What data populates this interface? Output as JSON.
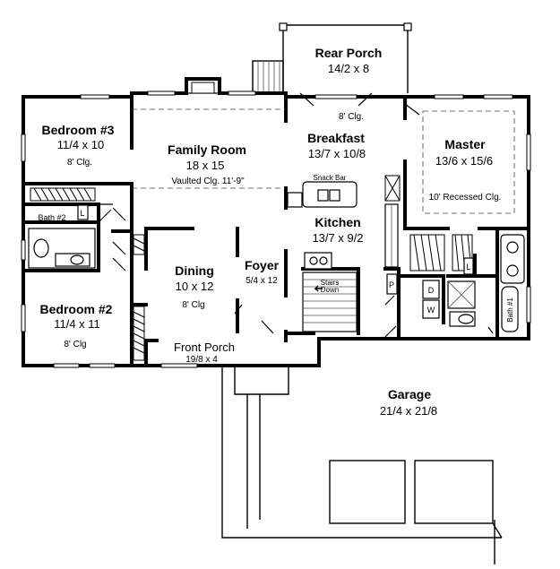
{
  "rooms": {
    "rear_porch": {
      "name": "Rear Porch",
      "dims": "14/2 x 8"
    },
    "bedroom3": {
      "name": "Bedroom #3",
      "dims": "11/4 x 10",
      "ceiling": "8' Clg."
    },
    "family": {
      "name": "Family Room",
      "dims": "18 x 15",
      "ceiling": "Vaulted Clg. 11'-9\""
    },
    "breakfast": {
      "name": "Breakfast",
      "dims": "13/7 x 10/8",
      "ceiling": "8' Clg."
    },
    "master": {
      "name": "Master",
      "dims": "13/6 x 15/6",
      "ceiling": "10' Recessed Clg."
    },
    "kitchen": {
      "name": "Kitchen",
      "dims": "13/7 x 9/2",
      "snack_bar": "Snack Bar"
    },
    "bath2": {
      "name": "Bath #2"
    },
    "dining": {
      "name": "Dining",
      "dims": "10 x 12",
      "ceiling": "8' Clg"
    },
    "foyer": {
      "name": "Foyer",
      "dims": "5/4 x 12"
    },
    "bedroom2": {
      "name": "Bedroom #2",
      "dims": "11/4 x 11",
      "ceiling": "8' Clg"
    },
    "front_porch": {
      "name": "Front Porch",
      "dims": "19/8 x 4"
    },
    "garage": {
      "name": "Garage",
      "dims": "21/4 x 21/8"
    },
    "bath1": {
      "name": "Bath #1"
    }
  },
  "labels": {
    "stairs_line1": "Stairs",
    "stairs_line2": "Down",
    "linen_b2": "L",
    "linen_master": "L",
    "pantry": "P",
    "dryer": "D",
    "washer": "W"
  }
}
